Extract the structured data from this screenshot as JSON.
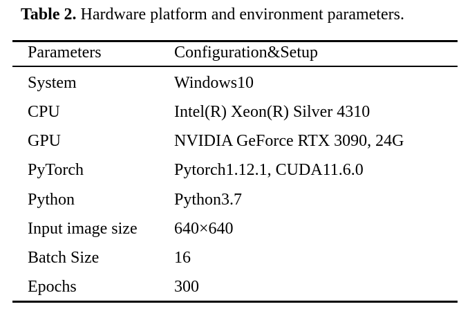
{
  "caption": {
    "label": "Table 2.",
    "text": "Hardware platform and environment parameters."
  },
  "table": {
    "headers": [
      "Parameters",
      "Configuration&Setup"
    ],
    "rows": [
      [
        "System",
        "Windows10"
      ],
      [
        "CPU",
        "Intel(R) Xeon(R) Silver 4310"
      ],
      [
        "GPU",
        "NVIDIA GeForce RTX 3090, 24G"
      ],
      [
        "PyTorch",
        "Pytorch1.12.1, CUDA11.6.0"
      ],
      [
        "Python",
        "Python3.7"
      ],
      [
        "Input image size",
        "640×640"
      ],
      [
        "Batch Size",
        "16"
      ],
      [
        "Epochs",
        "300"
      ]
    ]
  }
}
